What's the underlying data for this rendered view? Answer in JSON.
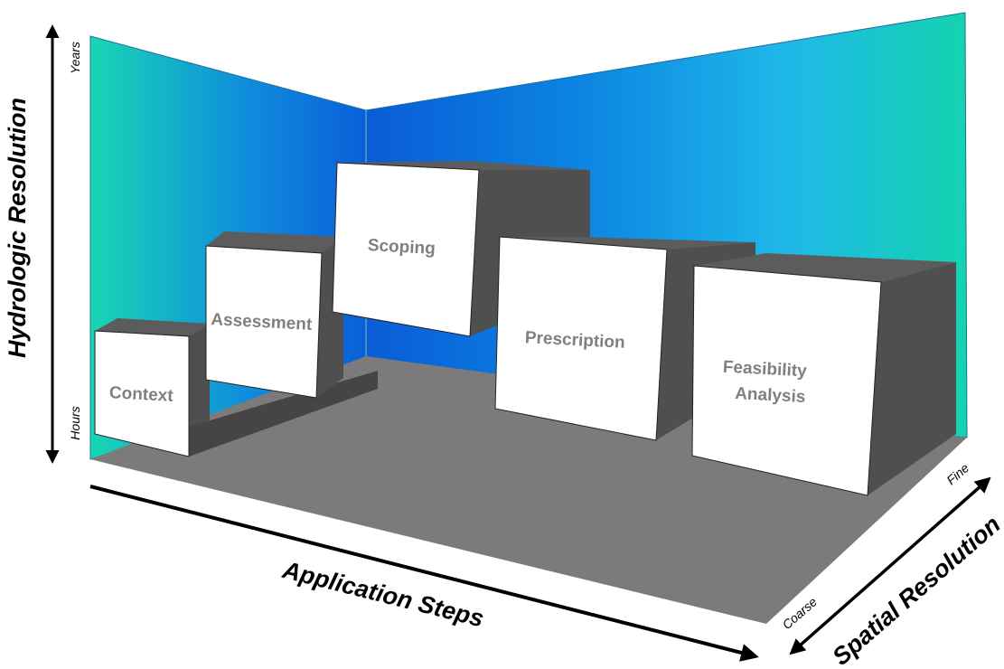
{
  "axes": {
    "vertical": {
      "label": "Hydrologic Resolution",
      "low": "Hours",
      "high": "Years"
    },
    "horizontal": {
      "label": "Application Steps"
    },
    "depth": {
      "label": "Spatial Resolution",
      "low": "Coarse",
      "high": "Fine"
    }
  },
  "steps": [
    {
      "label": "Context"
    },
    {
      "label": "Assessment"
    },
    {
      "label": "Scoping"
    },
    {
      "label": "Prescription"
    },
    {
      "label_line1": "Feasibility",
      "label_line2": "Analysis"
    }
  ],
  "colors": {
    "wall_edge": "#15d4b4",
    "wall_center": "#0a63d8",
    "floor": "#7b7b7b",
    "box_front": "#ffffff",
    "box_side": "#4e4e4e",
    "box_top": "#5c5c5c",
    "box_label": "#7f7f7f",
    "axis": "#000000"
  }
}
